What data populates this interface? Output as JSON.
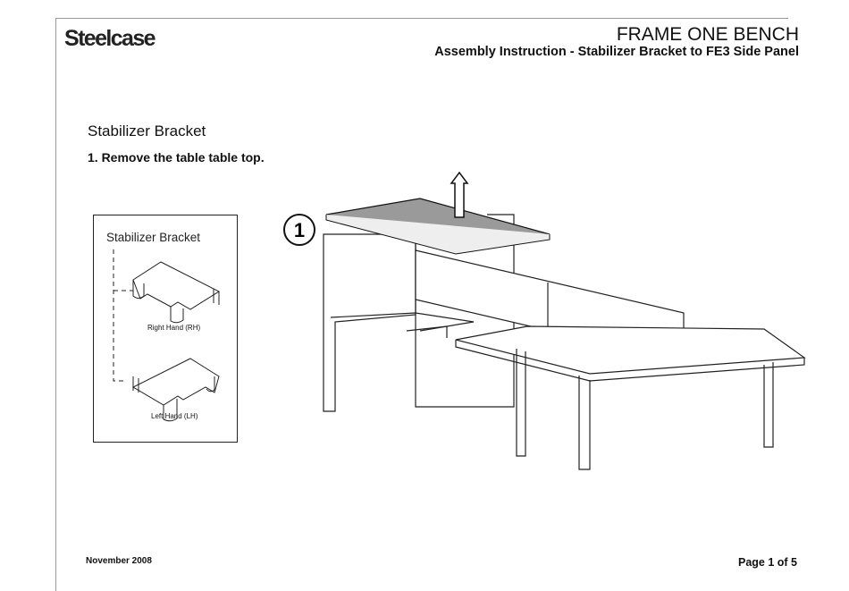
{
  "header": {
    "logo": "Steelcase",
    "title": "FRAME ONE BENCH",
    "subtitle": "Assembly Instruction - Stabilizer Bracket to FE3 Side Panel"
  },
  "section_title": "Stabilizer Bracket",
  "step": "1. Remove the table table top.",
  "inset": {
    "title": "Stabilizer Bracket",
    "right_label": "Right Hand (RH)",
    "left_label": "Left Hand (LH)"
  },
  "callout": "1",
  "footer": {
    "date": "November 2008",
    "page": "Page 1 of 5"
  }
}
